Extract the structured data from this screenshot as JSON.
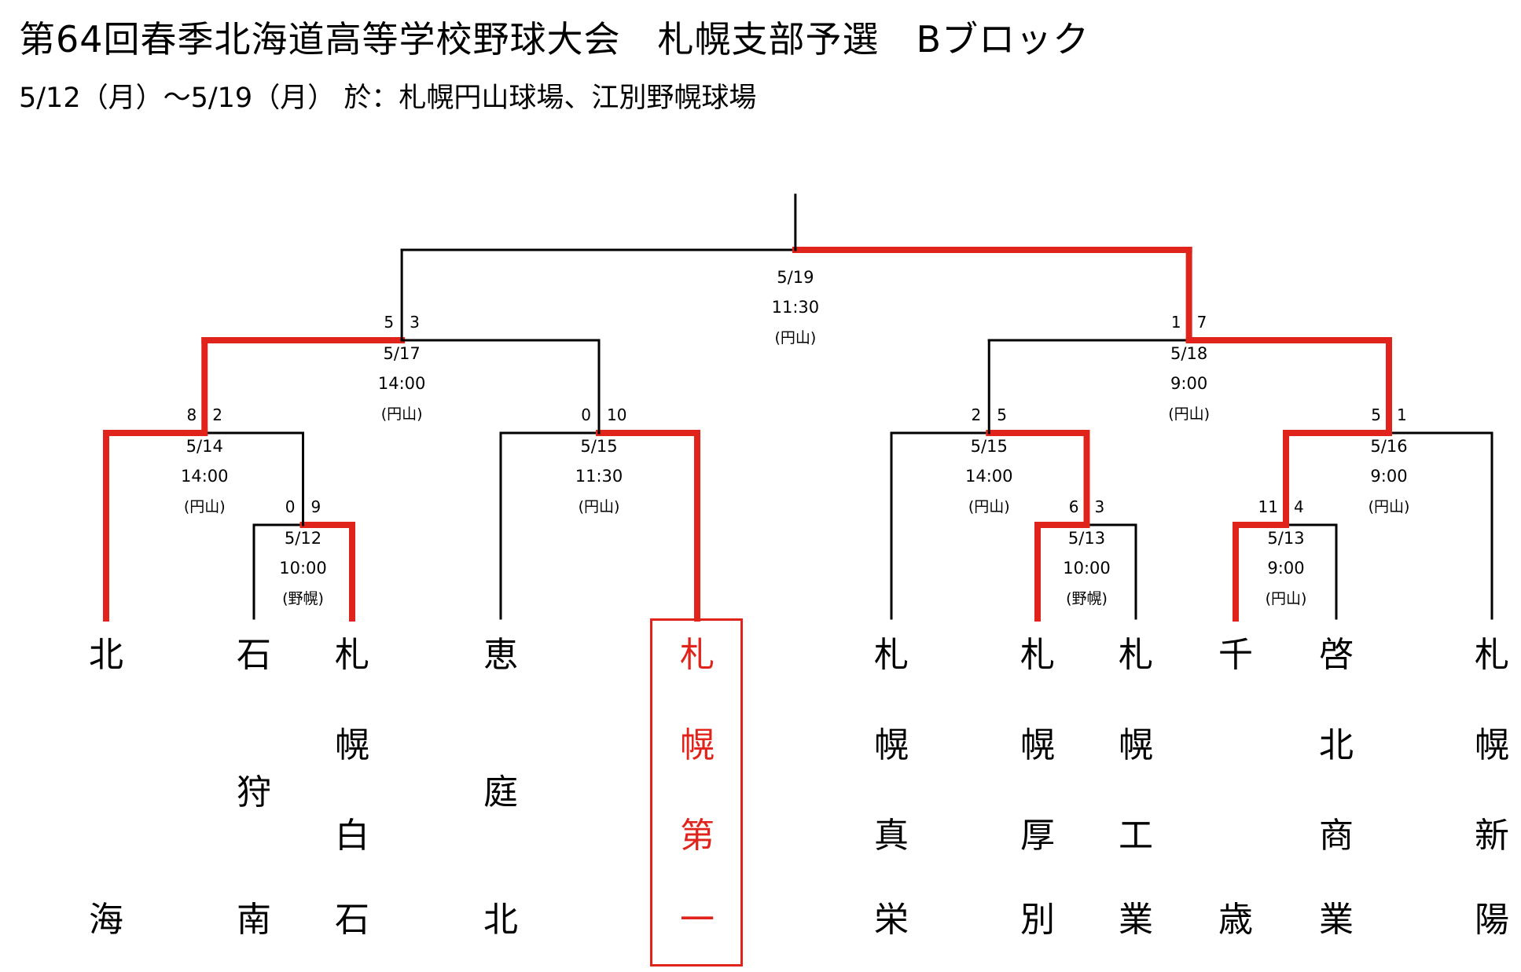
{
  "title": "第64回春季北海道高等学校野球大会　札幌支部予選　Bブロック",
  "subtitle": "5/12（月）〜5/19（月） 於：札幌円山球場、江別野幌球場",
  "colors": {
    "winner_path": "#e0241c",
    "line": "#000000"
  },
  "teams": [
    {
      "id": "t1",
      "chars": [
        "北",
        "海"
      ],
      "winner": false
    },
    {
      "id": "t2",
      "chars": [
        "石",
        "狩",
        "南"
      ],
      "winner": false
    },
    {
      "id": "t3",
      "chars": [
        "札",
        "幌",
        "白",
        "石"
      ],
      "winner": false
    },
    {
      "id": "t4",
      "chars": [
        "恵",
        "庭",
        "北"
      ],
      "winner": false
    },
    {
      "id": "t5",
      "chars": [
        "札",
        "幌",
        "第",
        "一"
      ],
      "winner": true
    },
    {
      "id": "t6",
      "chars": [
        "札",
        "幌",
        "真",
        "栄"
      ],
      "winner": false
    },
    {
      "id": "t7",
      "chars": [
        "札",
        "幌",
        "厚",
        "別"
      ],
      "winner": false
    },
    {
      "id": "t8",
      "chars": [
        "札",
        "幌",
        "工",
        "業"
      ],
      "winner": false
    },
    {
      "id": "t9",
      "chars": [
        "千",
        "歳"
      ],
      "winner": false
    },
    {
      "id": "t10",
      "chars": [
        "啓",
        "北",
        "商",
        "業"
      ],
      "winner": false
    },
    {
      "id": "t11",
      "chars": [
        "札",
        "幌",
        "新",
        "陽"
      ],
      "winner": false
    }
  ],
  "games": [
    {
      "id": "g1",
      "date": "5/12",
      "time": "10:00",
      "venue": "(野幌)",
      "score_left": "0",
      "score_right": "9",
      "winner": "right"
    },
    {
      "id": "g2",
      "date": "5/13",
      "time": "10:00",
      "venue": "(野幌)",
      "score_left": "6",
      "score_right": "3",
      "winner": "left"
    },
    {
      "id": "g3",
      "date": "5/13",
      "time": "9:00",
      "venue": "(円山)",
      "score_left": "11",
      "score_right": "4",
      "winner": "left"
    },
    {
      "id": "g4",
      "date": "5/14",
      "time": "14:00",
      "venue": "(円山)",
      "score_left": "8",
      "score_right": "2",
      "winner": "left"
    },
    {
      "id": "g5",
      "date": "5/15",
      "time": "11:30",
      "venue": "(円山)",
      "score_left": "0",
      "score_right": "10",
      "winner": "right"
    },
    {
      "id": "g6",
      "date": "5/15",
      "time": "14:00",
      "venue": "(円山)",
      "score_left": "2",
      "score_right": "5",
      "winner": "right"
    },
    {
      "id": "g7",
      "date": "5/16",
      "time": "9:00",
      "venue": "(円山)",
      "score_left": "5",
      "score_right": "1",
      "winner": "left"
    },
    {
      "id": "g8",
      "date": "5/17",
      "time": "14:00",
      "venue": "(円山)",
      "score_left": "5",
      "score_right": "3",
      "winner": "left"
    },
    {
      "id": "g9",
      "date": "5/18",
      "time": "9:00",
      "venue": "(円山)",
      "score_left": "1",
      "score_right": "7",
      "winner": "right"
    },
    {
      "id": "g10",
      "date": "5/19",
      "time": "11:30",
      "venue": "(円山)",
      "score_left": "",
      "score_right": "",
      "winner": "right"
    }
  ]
}
